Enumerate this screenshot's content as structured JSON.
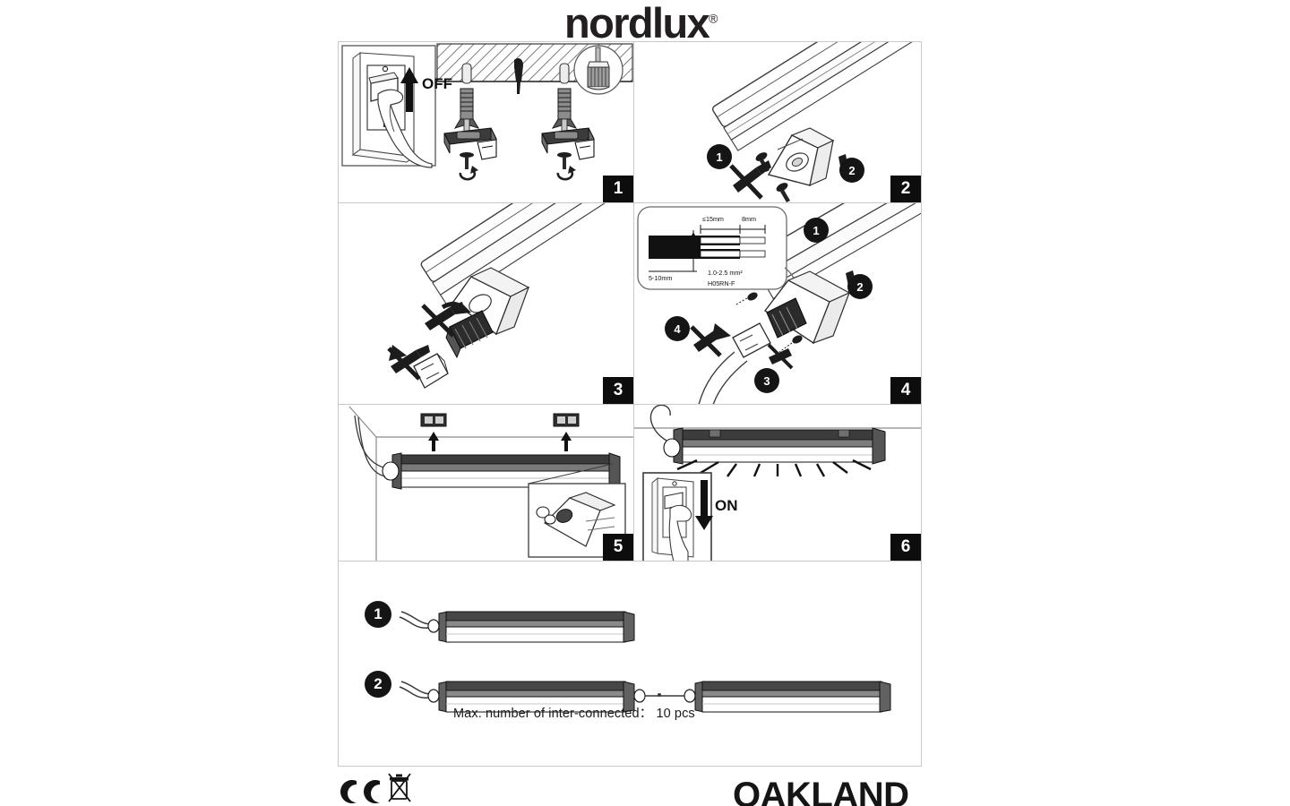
{
  "brand": {
    "name": "nordlux",
    "trademark": "®"
  },
  "product": {
    "model": "OAKLAND"
  },
  "steps": [
    {
      "number": "1",
      "badge": "1",
      "switch_label": "OFF",
      "substeps": [],
      "icons": [
        "light-switch",
        "hand-finger",
        "up-arrow",
        "ceiling-hatch",
        "drill-bit",
        "wall-anchor",
        "mounting-clip",
        "screw"
      ]
    },
    {
      "number": "2",
      "badge": "2",
      "switch_label": "",
      "substeps": [
        "1",
        "2"
      ],
      "icons": [
        "fixture-endcap",
        "screwdriver-cross-out",
        "screw"
      ]
    },
    {
      "number": "3",
      "badge": "3",
      "switch_label": "",
      "substeps": [],
      "icons": [
        "cable-gland",
        "gland-nut",
        "screwdriver-cross-out"
      ]
    },
    {
      "number": "4",
      "badge": "4",
      "switch_label": "",
      "substeps": [
        "1",
        "2",
        "3",
        "4"
      ],
      "icons": [
        "wire-strip-callout",
        "cable",
        "terminal-block",
        "screwdriver-cross-out"
      ]
    },
    {
      "number": "5",
      "badge": "5",
      "switch_label": "",
      "substeps": [],
      "icons": [
        "mounting-clip",
        "up-arrow",
        "fixture-body",
        "detail-inset"
      ]
    },
    {
      "number": "6",
      "badge": "6",
      "switch_label": "ON",
      "substeps": [],
      "icons": [
        "light-switch",
        "hand-finger",
        "down-arrow",
        "light-rays",
        "fixture-body"
      ]
    }
  ],
  "wire_spec": {
    "length_max": "≤15mm",
    "strip_length": "8mm",
    "sheath_strip": "5-10mm",
    "cross_section": "1.0-2.5 mm²",
    "cable_type": "H05RN-F"
  },
  "interconnect": {
    "configs": [
      {
        "number": "1",
        "fixtures": 1
      },
      {
        "number": "2",
        "fixtures": 2
      }
    ],
    "note": "Max. number of inter-connected：  10 pcs"
  },
  "footer": {
    "ce_mark": "ce-mark",
    "weee_mark": "weee-crossed-bin"
  },
  "colors": {
    "ink": "#151515",
    "border": "#c9c9c9",
    "badge_bg": "#0d0d0d"
  }
}
